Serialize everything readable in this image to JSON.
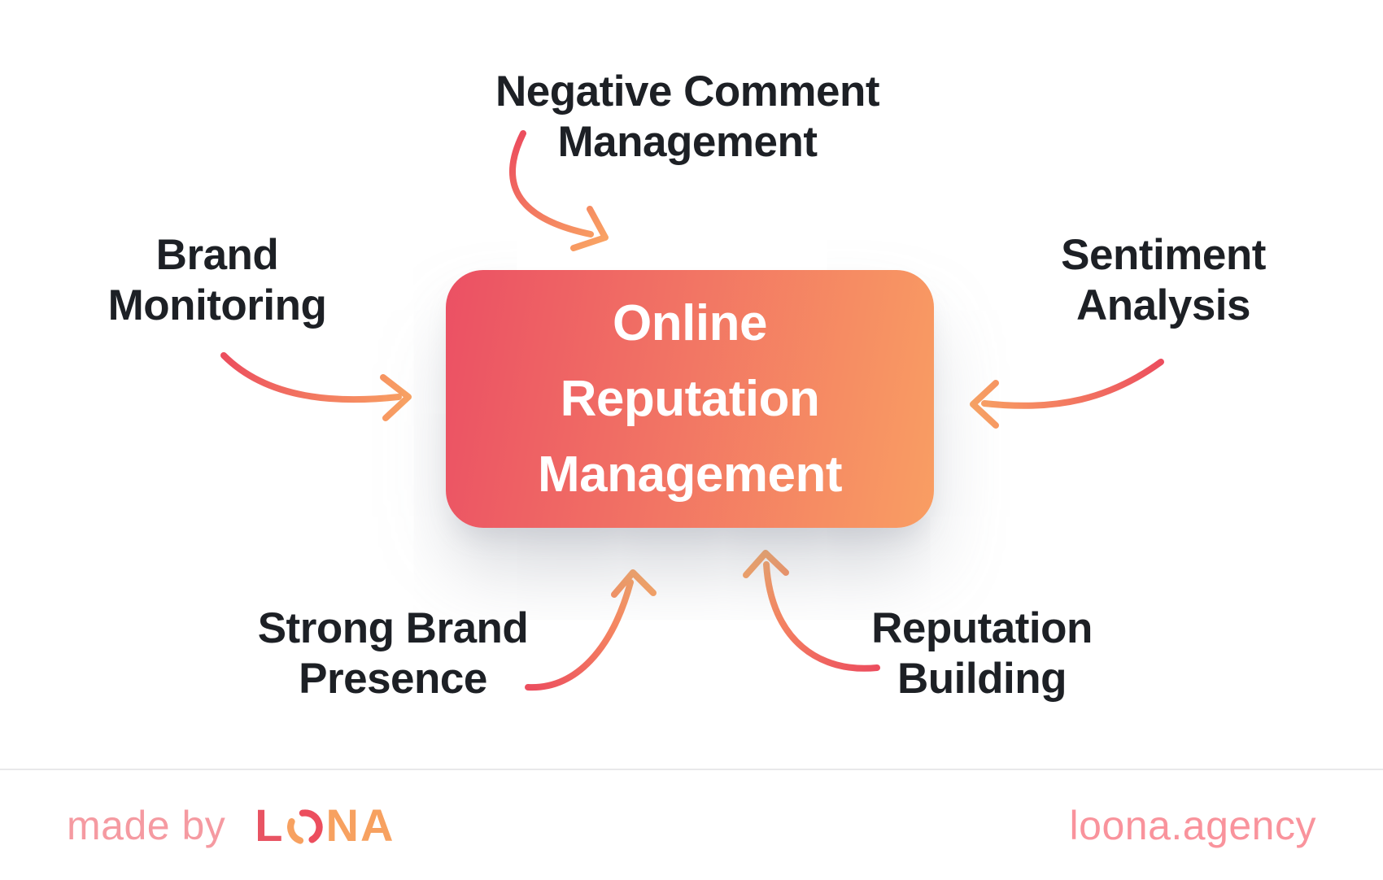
{
  "page": {
    "title": "Online Reputation Management mind map"
  },
  "center_box": {
    "lines": [
      "Online",
      "Reputation",
      "Management"
    ]
  },
  "labels": {
    "negative": {
      "line1": "Negative Comment",
      "line2": "Management"
    },
    "brand": {
      "line1": "Brand",
      "line2": "Monitoring"
    },
    "sentiment": {
      "line1": "Sentiment",
      "line2": "Analysis"
    },
    "presence": {
      "line1": "Strong Brand",
      "line2": "Presence"
    },
    "building": {
      "line1": "Reputation",
      "line2": "Building"
    }
  },
  "footer": {
    "made_by": "made by",
    "logo_l": "L",
    "logo_na": "NA",
    "website": "loona.agency"
  },
  "colors": {
    "arrow_red": "#ec4e5e",
    "arrow_orange": "#f9a263",
    "ink": "#1d2025",
    "box_from": "#eb5064",
    "box_to": "#f99e63",
    "footer_pink": "#f59aa1",
    "website_pink": "#f9939c",
    "divider": "#e8e8ea",
    "logo_l_red": "#e85463",
    "logo_na_orange": "#f7a160"
  }
}
